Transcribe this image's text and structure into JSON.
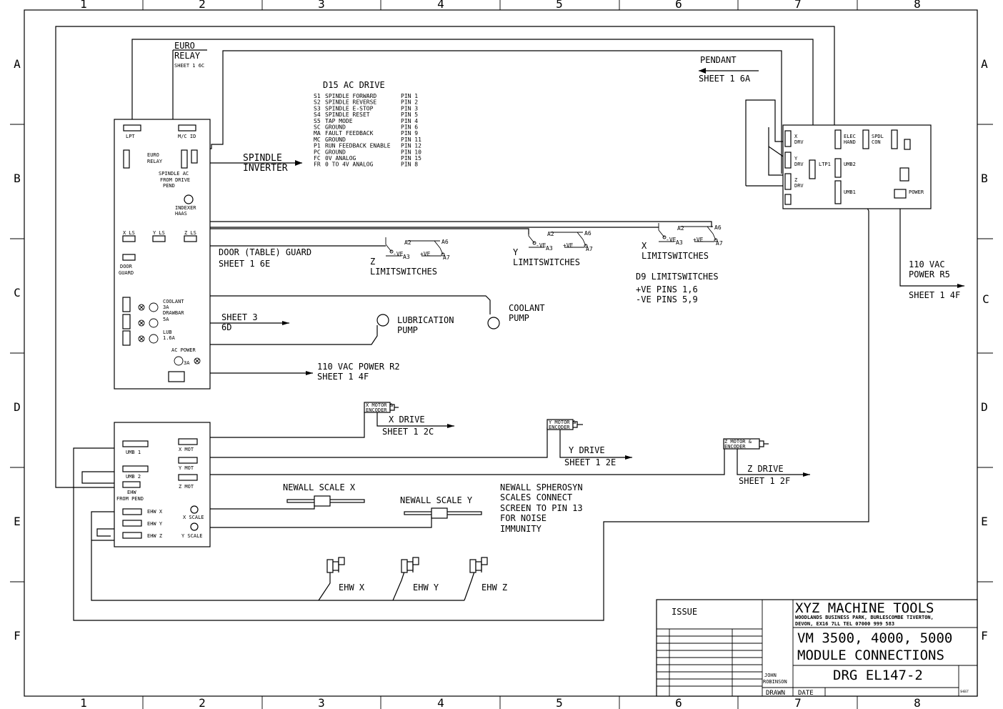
{
  "border": {
    "columns": [
      "1",
      "2",
      "3",
      "4",
      "5",
      "6",
      "7",
      "8"
    ],
    "rows": [
      "A",
      "B",
      "C",
      "D",
      "E",
      "F"
    ]
  },
  "euro_relay": {
    "title_1": "EURO",
    "title_2": "RELAY",
    "ref": "SHEET 1 6C"
  },
  "pendant": {
    "title": "PENDANT",
    "ref": "SHEET 1 6A"
  },
  "d15": {
    "title": "D15 AC DRIVE",
    "rows": [
      {
        "code": "S1",
        "desc": "SPINDLE FORWARD",
        "pin": "PIN 1"
      },
      {
        "code": "S2",
        "desc": "SPINDLE REVERSE",
        "pin": "PIN 2"
      },
      {
        "code": "S3",
        "desc": "SPINDLE E-STOP",
        "pin": "PIN 3"
      },
      {
        "code": "S4",
        "desc": "SPINDLE RESET",
        "pin": "PIN 5"
      },
      {
        "code": "S5",
        "desc": "TAP MODE",
        "pin": "PIN 4"
      },
      {
        "code": "SC",
        "desc": "GROUND",
        "pin": "PIN 6"
      },
      {
        "code": "MA",
        "desc": "FAULT FEEDBACK",
        "pin": "PIN 9"
      },
      {
        "code": "MC",
        "desc": "GROUND",
        "pin": "PIN 11"
      },
      {
        "code": "P1",
        "desc": "RUN FEEDBACK ENABLE",
        "pin": "PIN 12"
      },
      {
        "code": "PC",
        "desc": "GROUND",
        "pin": "PIN 10"
      },
      {
        "code": "FC",
        "desc": "0V ANALOG",
        "pin": "PIN 15"
      },
      {
        "code": "FR",
        "desc": "0 TO 4V ANALOG",
        "pin": "PIN 8"
      }
    ]
  },
  "upper_module": {
    "lpt": "LPT",
    "mc_id": "M/C ID",
    "euro_relay_1": "EURO",
    "euro_relay_2": "RELAY",
    "spindle_ac_1": "SPINDLE AC",
    "spindle_ac_2": "FROM  DRIVE",
    "spindle_ac_3": "PEND",
    "indexer_1": "INDEXER",
    "indexer_2": "HAAS",
    "x_ls": "X LS",
    "y_ls": "Y LS",
    "z_ls": "Z LS",
    "door_1": "DOOR",
    "door_2": "GUARD",
    "coolant_1": "COOLANT",
    "coolant_2": "3A",
    "drawbar_1": "DRAWBAR",
    "drawbar_2": "5A",
    "lub_1": "LUB",
    "lub_2": "1.6A",
    "ac_power": "AC POWER",
    "ac_power_rating": "3A"
  },
  "spindle_inverter": {
    "line_1": "SPINDLE",
    "line_2": "INVERTER"
  },
  "door_guard": {
    "title": "DOOR (TABLE) GUARD",
    "ref": "SHEET 1 6E"
  },
  "limit_switches": {
    "a2": "A2",
    "a3": "A3",
    "a6": "A6",
    "a7": "A7",
    "neg": "-VE",
    "pos": "+VE",
    "z_axis": "Z",
    "y_axis": "Y",
    "x_axis": "X",
    "label": "LIMITSWITCHES"
  },
  "d9": {
    "title": "D9 LIMITSWITCHES",
    "pos_pins": "+VE PINS 1,6",
    "neg_pins": "-VE PINS 5,9"
  },
  "sheet3": {
    "line_1": "SHEET 3",
    "line_2": "6D"
  },
  "lubrication": {
    "line_1": "LUBRICATION",
    "line_2": "PUMP"
  },
  "coolant_pump": {
    "line_1": "COOLANT",
    "line_2": "PUMP"
  },
  "power_r2": {
    "line_1": "110 VAC POWER R2",
    "line_2": "SHEET 1 4F"
  },
  "power_r5": {
    "line_1": "110 VAC",
    "line_2": "POWER R5",
    "line_3": "SHEET 1 4F"
  },
  "right_module": {
    "x_drv_1": "X",
    "x_drv_2": "DRV",
    "y_drv_1": "Y",
    "y_drv_2": "DRV",
    "z_drv_1": "Z",
    "z_drv_2": "DRV",
    "ltp1": "LTP1",
    "elec_hand_1": "ELEC",
    "elec_hand_2": "HAND",
    "spdl_con_1": "SPDL",
    "spdl_con_2": "CON",
    "umb2": "UMB2",
    "umb1": "UMB1",
    "power": "POWER"
  },
  "lower_module": {
    "umb1": "UMB 1",
    "umb2": "UMB 2",
    "ehw_1": "EHW",
    "ehw_2": "FROM PEND",
    "ehw_x": "EHW X",
    "ehw_y": "EHW Y",
    "ehw_z": "EHW Z",
    "x_mot": "X MOT",
    "y_mot": "Y MOT",
    "z_mot": "Z MOT",
    "x_scale": "X SCALE",
    "y_scale": "Y SCALE"
  },
  "motors": {
    "x_enc_1": "X MOTOR &",
    "x_enc_2": "ENCODER",
    "x_drive": "X DRIVE",
    "x_ref": "SHEET 1 2C",
    "y_enc_1": "Y MOTOR &",
    "y_enc_2": "ENCODER",
    "y_drive": "Y DRIVE",
    "y_ref": "SHEET 1 2E",
    "z_enc_1": "Z MOTOR &",
    "z_enc_2": "ENCODER",
    "z_drive": "Z DRIVE",
    "z_ref": "SHEET 1 2F"
  },
  "scales": {
    "x_title": "NEWALL SCALE X",
    "y_title": "NEWALL SCALE Y",
    "note_1": "NEWALL SPHEROSYN",
    "note_2": "SCALES CONNECT",
    "note_3": "SCREEN TO PIN 13",
    "note_4": "FOR NOISE",
    "note_5": "IMMUNITY"
  },
  "handwheels": {
    "x": "EHW X",
    "y": "EHW Y",
    "z": "EHW Z"
  },
  "title_block": {
    "issue": "ISSUE",
    "company": "XYZ MACHINE TOOLS",
    "address_1": "WOODLANDS BUSINESS PARK, BURLESCOMBE TIVERTON,",
    "address_2": "DEVON, EX16 7LL    TEL 07000 999 583",
    "title_1": "VM 3500, 4000, 5000",
    "title_2": "MODULE CONNECTIONS",
    "drawing": "DRG EL147-2",
    "drawn_by_1": "JOHN",
    "drawn_by_2": "ROBINSON",
    "drawn": "DRAWN",
    "date": "DATE",
    "sheet": "SHEET"
  }
}
